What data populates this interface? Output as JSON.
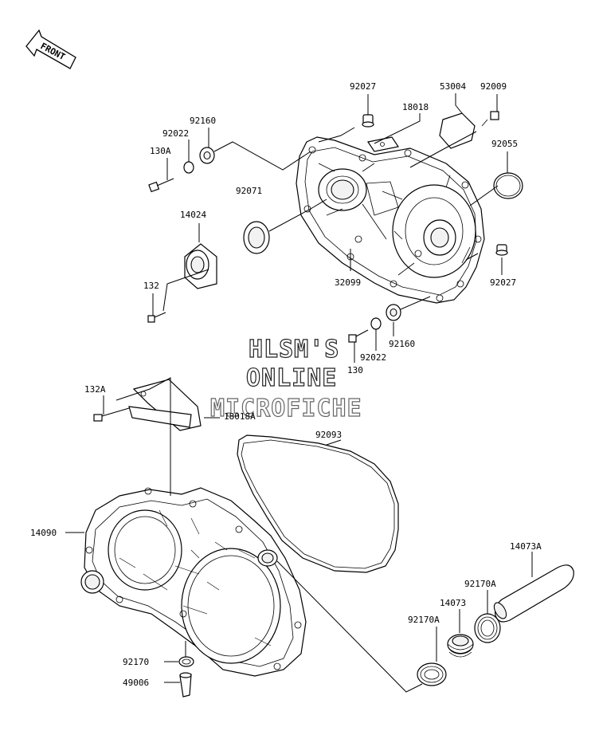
{
  "front_label": "FRONT",
  "watermark": [
    "HLSM'S",
    "ONLINE",
    "MICROFICHE"
  ],
  "labels": {
    "p92027_top": "92027",
    "p53004": "53004",
    "p92009": "92009",
    "p18018": "18018",
    "p92160_top": "92160",
    "p92022_top": "92022",
    "p130A": "130A",
    "p92055": "92055",
    "p92071": "92071",
    "p14024": "14024",
    "p132": "132",
    "p32099": "32099",
    "p92027_right": "92027",
    "p92160_bottom": "92160",
    "p92022_bottom": "92022",
    "p130": "130",
    "p132A": "132A",
    "p18018A": "18018A",
    "p92093": "92093",
    "p14090": "14090",
    "p14073A": "14073A",
    "p92170A_right": "92170A",
    "p14073": "14073",
    "p92170A_left": "92170A",
    "p92170": "92170",
    "p49006": "49006"
  }
}
